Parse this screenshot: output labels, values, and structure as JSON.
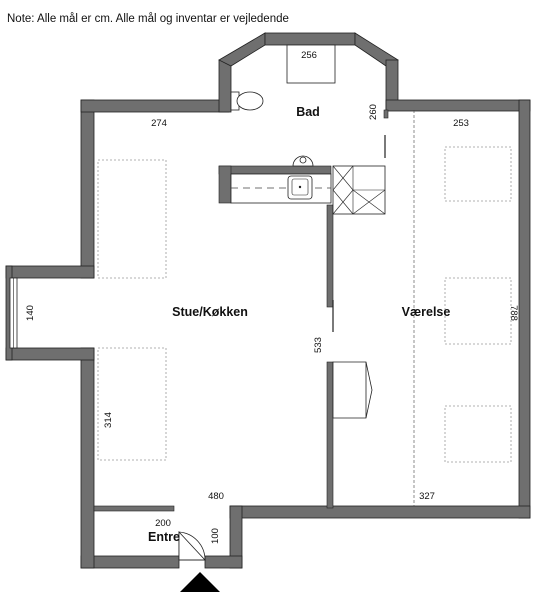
{
  "note": "Note: Alle mål er cm. Alle mål og inventar er vejledende",
  "rooms": {
    "bad": "Bad",
    "stue": "Stue/Køkken",
    "vaerelse": "Værelse",
    "entre": "Entre"
  },
  "dimensions": {
    "bad_top": "256",
    "bad_side": "260",
    "stue_top": "274",
    "vaerelse_top": "253",
    "window_left": "140",
    "vaerelse_side": "788",
    "stue_mid": "533",
    "stue_lower": "314",
    "stue_bottom": "480",
    "vaerelse_bottom": "327",
    "entre_top": "200",
    "entre_door": "100"
  },
  "colors": {
    "wall": "#6f6f6f",
    "wall_edge": "#222222",
    "furniture": "#888888"
  }
}
